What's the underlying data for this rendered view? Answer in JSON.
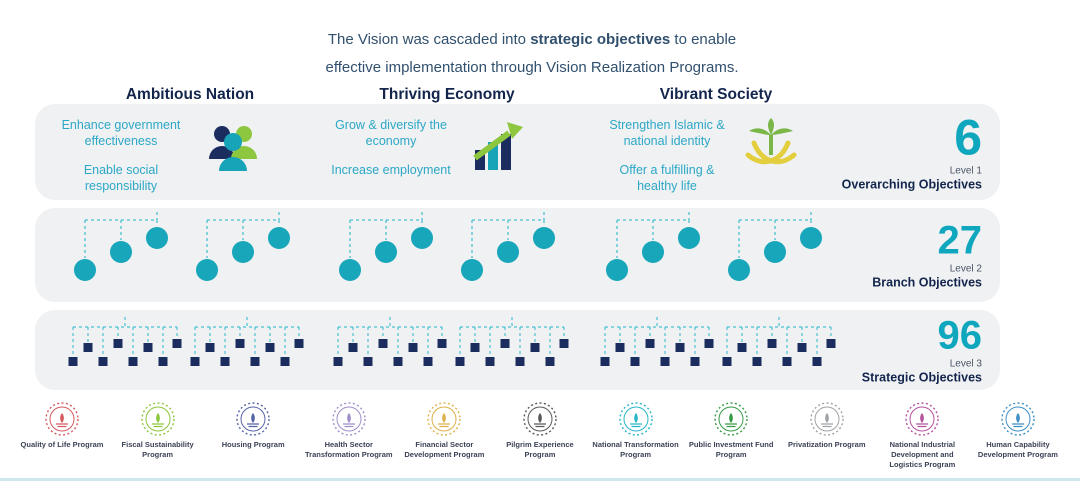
{
  "title": {
    "line1_pre": "The Vision was cascaded into ",
    "line1_bold": "strategic objectives",
    "line1_post": " to enable",
    "line2": "effective implementation through Vision Realization Programs."
  },
  "pillars": [
    {
      "name": "Ambitious Nation",
      "icon": "people-group-icon",
      "objectives": [
        "Enhance government effectiveness",
        "Enable social responsibility"
      ]
    },
    {
      "name": "Thriving Economy",
      "icon": "growth-chart-icon",
      "objectives": [
        "Grow & diversify the economy",
        "Increase employment"
      ]
    },
    {
      "name": "Vibrant Society",
      "icon": "palm-emblem-icon",
      "objectives": [
        "Strengthen Islamic & national identity",
        "Offer a fulfilling & healthy life"
      ]
    }
  ],
  "levels": [
    {
      "count": "6",
      "level": "Level 1",
      "name": "Overarching Objectives"
    },
    {
      "count": "27",
      "level": "Level 2",
      "name": "Branch Objectives"
    },
    {
      "count": "96",
      "level": "Level 3",
      "name": "Strategic Objectives"
    }
  ],
  "programs": [
    {
      "name": "Quality of Life Program",
      "color": "#d45a5f"
    },
    {
      "name": "Fiscal Sustainability Program",
      "color": "#8dc63f"
    },
    {
      "name": "Housing Program",
      "color": "#5864a8"
    },
    {
      "name": "Health Sector Transformation Program",
      "color": "#a08fc8"
    },
    {
      "name": "Financial Sector Development Program",
      "color": "#ddb14b"
    },
    {
      "name": "Pilgrim Experience Program",
      "color": "#58595b"
    },
    {
      "name": "National Transformation Program",
      "color": "#29b7c9"
    },
    {
      "name": "Public Investment Fund Program",
      "color": "#379a47"
    },
    {
      "name": "Privatization Program",
      "color": "#a0a3a6"
    },
    {
      "name": "National Industrial Development and Logistics Program",
      "color": "#b4539e"
    },
    {
      "name": "Human Capability Development Program",
      "color": "#3d8fc6"
    }
  ],
  "colors": {
    "teal": "#0fa7bd",
    "navy": "#1b2d5e",
    "green": "#8dc63f",
    "band_gray": "#f0f1f3",
    "objective_text": "#2ca8c6"
  }
}
